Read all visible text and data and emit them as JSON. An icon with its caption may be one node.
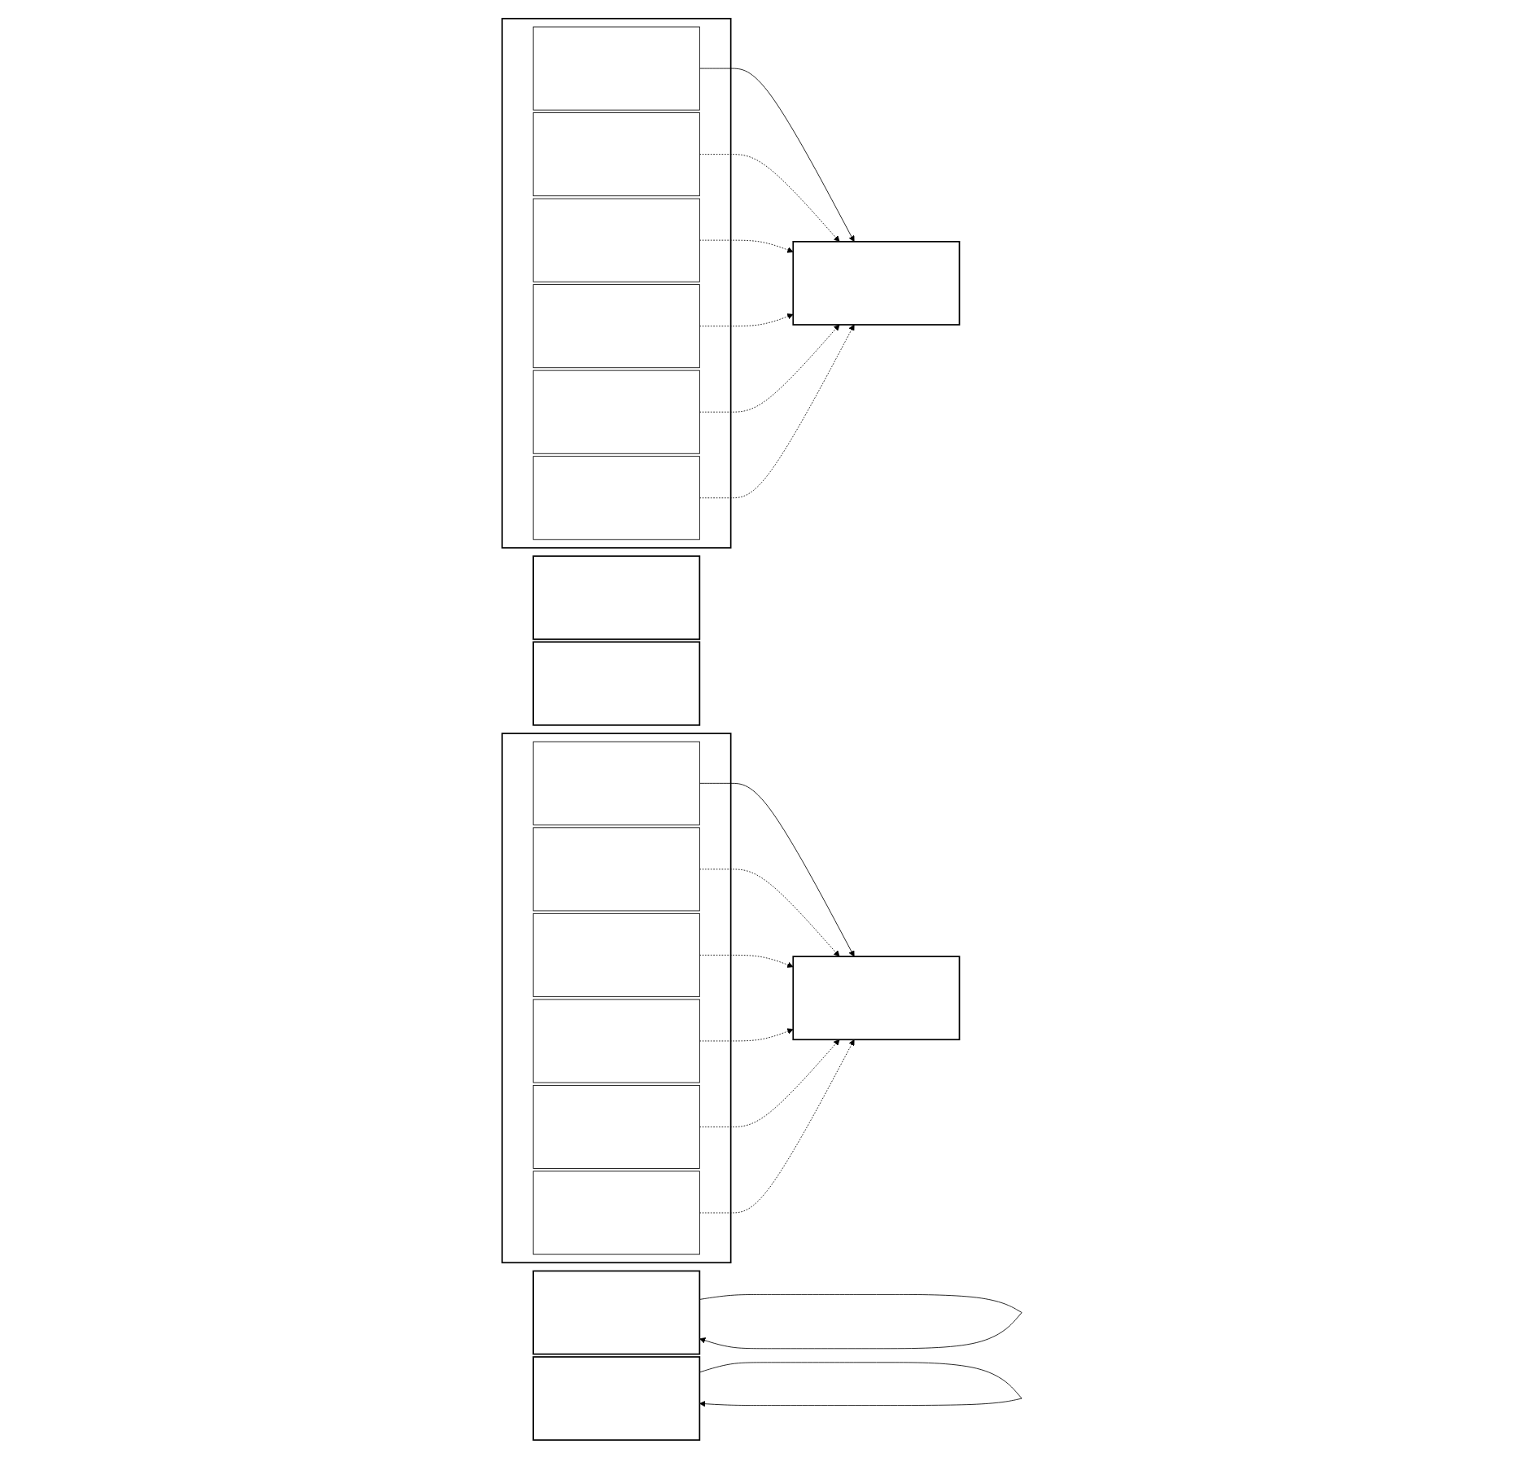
{
  "diagram": {
    "nodes": [
      {
        "text": [],
        "shape": "box"
      },
      {
        "text": [],
        "shape": "box",
        "in": 0
      },
      {
        "text": [],
        "shape": "box",
        "in": 0
      },
      {
        "text": [],
        "shape": "box",
        "in": 0
      },
      {
        "text": [],
        "shape": "box",
        "in": 0
      },
      {
        "text": [],
        "shape": "box",
        "in": 0
      },
      {
        "text": [],
        "shape": "box",
        "in": 0
      },
      {
        "text": [],
        "shape": "box"
      },
      {
        "text": [],
        "shape": "box"
      },
      {
        "text": [],
        "shape": "box"
      },
      {
        "text": [],
        "shape": "box"
      },
      {
        "text": [],
        "shape": "box",
        "in": 10
      },
      {
        "text": [],
        "shape": "box",
        "in": 10
      },
      {
        "text": [],
        "shape": "box",
        "in": 10
      },
      {
        "text": [],
        "shape": "box",
        "in": 10
      },
      {
        "text": [],
        "shape": "box",
        "in": 10
      },
      {
        "text": [],
        "shape": "box",
        "in": 10
      },
      {
        "text": [],
        "shape": "box"
      },
      {
        "text": [],
        "shape": "box"
      },
      {
        "text": [],
        "shape": "box"
      }
    ],
    "edges": [
      {
        "from": 1,
        "to": 7,
        "arrow": "to"
      },
      {
        "from": 2,
        "to": 7,
        "arrow": "to",
        "style": "dashed"
      },
      {
        "from": 3,
        "to": 7,
        "arrow": "to",
        "style": "dashed"
      },
      {
        "from": 4,
        "to": 7,
        "arrow": "to",
        "style": "dashed"
      },
      {
        "from": 5,
        "to": 7,
        "arrow": "to",
        "style": "dashed"
      },
      {
        "from": 6,
        "to": 7,
        "arrow": "to",
        "style": "dashed"
      },
      {
        "from": 8,
        "to": 8,
        "arrow": "to"
      },
      {
        "from": 11,
        "to": 17,
        "arrow": "to"
      },
      {
        "from": 12,
        "to": 17,
        "arrow": "to",
        "style": "dashed"
      },
      {
        "from": 13,
        "to": 17,
        "arrow": "to",
        "style": "dashed"
      },
      {
        "from": 14,
        "to": 17,
        "arrow": "to",
        "style": "dashed"
      },
      {
        "from": 15,
        "to": 17,
        "arrow": "to",
        "style": "dashed"
      },
      {
        "from": 16,
        "to": 17,
        "arrow": "to",
        "style": "dashed"
      },
      {
        "from": 18,
        "to": 18,
        "arrow": "to"
      }
    ]
  }
}
